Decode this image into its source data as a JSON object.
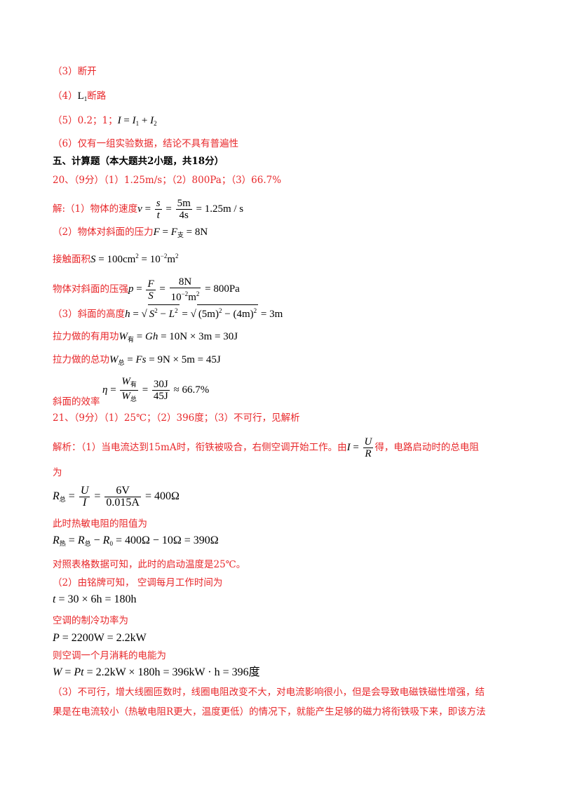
{
  "lines": {
    "l1": "（3）断开",
    "l2_prefix": "（4）",
    "l2_math": "L",
    "l2_sub": "1",
    "l2_suffix": "断路",
    "l3_prefix": "（5）0.2；1；",
    "l4": "（6）仅有一组实验数据，结论不具有普遍性",
    "section": "五、计算题（本大题共2小题，共18分）",
    "q20_answer": "20、（9分）（1）1.25m/s；（2）800Pa；（3）66.7%",
    "q20_l1": "解:（1）物体的速度",
    "q20_l2": "（2）物体对斜面的压力",
    "q20_l3": "接触面积",
    "q20_l4": "物体对斜面的压强",
    "q20_l5": "（3）斜面的高度",
    "q20_l6": "拉力做的有用功",
    "q20_l7": "拉力做的总功",
    "q20_l8": "斜面的效率",
    "q21_answer": "21、（9分）（1）25℃；（2）396度；（3）不可行，见解析",
    "q21_l1a": "解析：（1）当电流达到15mA时，衔铁被吸合，右侧空调开始工作。由",
    "q21_l1b": "得，电路启动时的总电阻",
    "q21_l2": "为",
    "q21_l3": "此时热敏电阻的阻值为",
    "q21_l4": "对照表格数据可知，此时的启动温度是25℃。",
    "q21_l5": "（2）由铭牌可知， 空调每月工作时间为",
    "q21_l6": "空调的制冷功率为",
    "q21_l7": "则空调一个月消耗的电能为",
    "q21_l8": "（3）不可行，增大线圈匝数时，线圈电阻改变不大，对电流影响很小，但是会导致电磁铁磁性增强，结",
    "q21_l9": "果是在电流较小（热敏电阻R更大，温度更低）的情况下，就能产生足够的磁力将衔铁吸下来，即该方法"
  },
  "colors": {
    "answer_red": "#e8272a",
    "text_black": "#000000"
  }
}
